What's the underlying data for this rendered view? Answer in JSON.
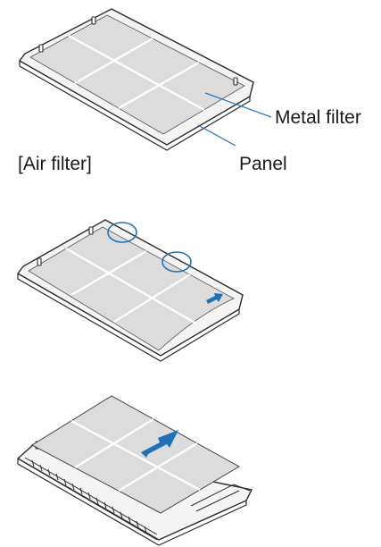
{
  "labels": {
    "metal_filter": "Metal filter",
    "panel": "Panel",
    "air_filter": "[Air filter]"
  },
  "icons": [
    "leader-line",
    "highlight-circle",
    "direction-arrow-small",
    "direction-arrow-large"
  ],
  "colors": {
    "outline": "#2b2b2b",
    "mesh": "#dcdcdc",
    "mesh_line": "#ffffff",
    "accent": "#1f72b8",
    "panel_fill": "#f4f4f4"
  }
}
